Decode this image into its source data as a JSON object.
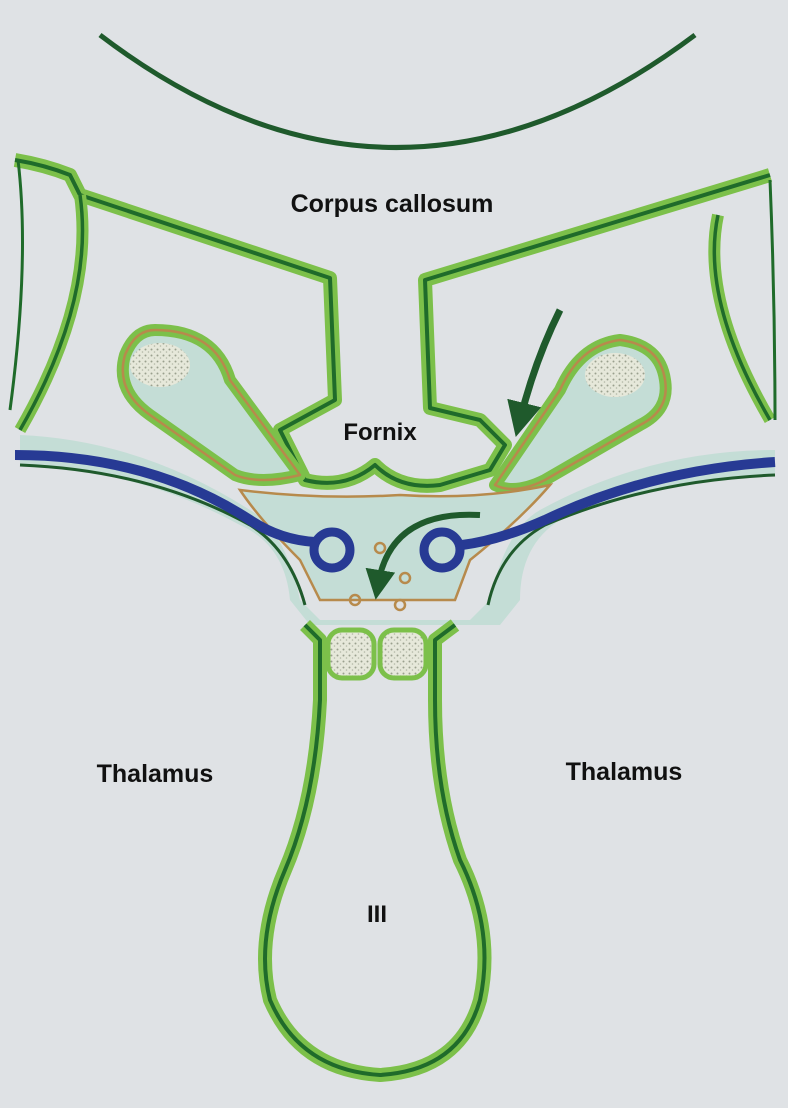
{
  "labels": {
    "corpus_callosum": "Corpus callosum",
    "fornix": "Fornix",
    "thalamus_left": "Thalamus",
    "thalamus_right": "Thalamus",
    "third_ventricle": "III"
  },
  "colors": {
    "background": "#dfe2e5",
    "ependyma_green": "#1f6b2a",
    "ependyma_light": "#7cc04a",
    "choroid_fill": "#c4ddd6",
    "pia_tan": "#b78a4c",
    "internal_cerebral_vein": "#273a94",
    "arrow": "#1f5a2c",
    "plexus_texture": "#d8dcc8"
  }
}
